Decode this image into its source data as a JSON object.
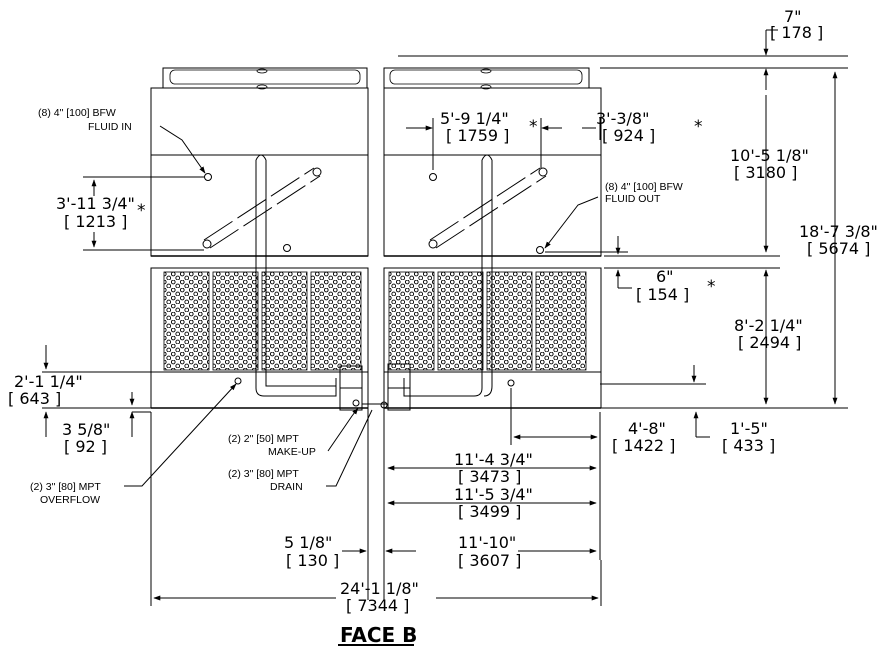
{
  "title": "FACE B",
  "dimensions": {
    "top_offset": {
      "imperial": "7\"",
      "metric": "[ 178 ]"
    },
    "fan_section_width": {
      "imperial": "5'-9 1/4\"",
      "metric": "[ 1759 ]"
    },
    "fluid_out_offset": {
      "imperial": "3'-3/8\"",
      "metric": "[ 924 ]"
    },
    "upper_section_height": {
      "imperial": "10'-5 1/8\"",
      "metric": "[ 3180 ]"
    },
    "overall_height": {
      "imperial": "18'-7 3/8\"",
      "metric": "[ 5674 ]"
    },
    "fluid_in_drop": {
      "imperial": "3'-11 3/4\"",
      "metric": "[ 1213 ]"
    },
    "fluid_out_offset_small": {
      "imperial": "6\"",
      "metric": "[ 154 ]"
    },
    "lower_section_height": {
      "imperial": "8'-2 1/4\"",
      "metric": "[ 2494 ]"
    },
    "overflow_height": {
      "imperial": "2'-1 1/4\"",
      "metric": "[ 643 ]"
    },
    "drain_height": {
      "imperial": "3 5/8\"",
      "metric": "[ 92 ]"
    },
    "connection_offset": {
      "imperial": "4'-8\"",
      "metric": "[ 1422 ]"
    },
    "base_height": {
      "imperial": "1'-5\"",
      "metric": "[ 433 ]"
    },
    "width_a": {
      "imperial": "11'-4 3/4\"",
      "metric": "[ 3473 ]"
    },
    "width_b": {
      "imperial": "11'-5 3/4\"",
      "metric": "[ 3499 ]"
    },
    "gap": {
      "imperial": "5 1/8\"",
      "metric": "[ 130 ]"
    },
    "width_c": {
      "imperial": "11'-10\"",
      "metric": "[ 3607 ]"
    },
    "overall_width": {
      "imperial": "24'-1 1/8\"",
      "metric": "[ 7344 ]"
    }
  },
  "notes": {
    "fluid_in": [
      "(8) 4\" [100] BFW",
      "FLUID IN"
    ],
    "fluid_out": [
      "(8) 4\" [100] BFW",
      "FLUID OUT"
    ],
    "makeup": [
      "(2) 2\" [50] MPT",
      "MAKE-UP"
    ],
    "drain": [
      "(2) 3\" [80] MPT",
      "DRAIN"
    ],
    "overflow": [
      "(2) 3\" [80] MPT",
      "OVERFLOW"
    ]
  },
  "asterisk": "*"
}
